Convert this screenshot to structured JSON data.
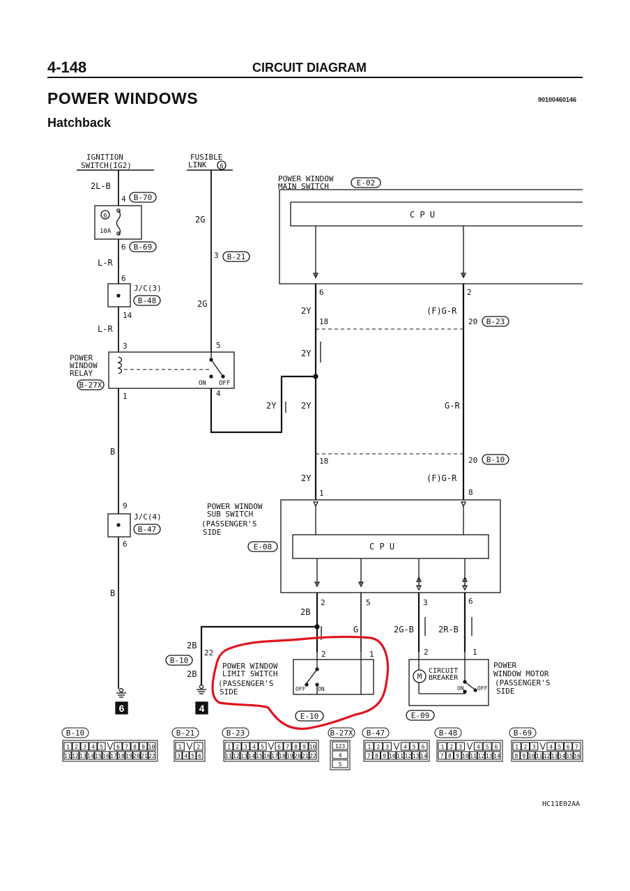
{
  "header": {
    "page_number": "4-148",
    "section": "CIRCUIT DIAGRAM",
    "rule_color": "#111111"
  },
  "title": {
    "main": "POWER WINDOWS",
    "code": "90100460146",
    "subtitle": "Hatchback"
  },
  "components": {
    "ignition_switch": [
      "IGNITION",
      "SWITCH(IG2)"
    ],
    "fusible_link": [
      "FUSIBLE",
      "LINK"
    ],
    "fusible_link_no": "6",
    "fuse_no": "6",
    "fuse_rating": "10A",
    "jc3": "J/C(3)",
    "jc4": "J/C(4)",
    "relay": [
      "POWER",
      "WINDOW",
      "RELAY"
    ],
    "relay_on": "ON",
    "relay_off": "OFF",
    "main_switch": [
      "POWER WINDOW",
      "MAIN SWITCH"
    ],
    "cpu": "C P U",
    "sub_switch": [
      "POWER WINDOW",
      "SUB SWITCH",
      "(PASSENGER'S",
      "SIDE"
    ],
    "limit_switch": [
      "POWER WINDOW",
      "LIMIT SWITCH",
      "(PASSENGER'S",
      "SIDE"
    ],
    "limit_off": "OFF",
    "limit_on": "ON",
    "circuit_breaker": [
      "CIRCUIT",
      "BREAKER"
    ],
    "breaker_on": "ON",
    "breaker_off": "OFF",
    "motor": [
      "POWER",
      "WINDOW MOTOR",
      "(PASSENGER'S",
      "SIDE"
    ],
    "motor_symbol": "M"
  },
  "connectors": {
    "b70": "B-70",
    "b69": "B-69",
    "b48": "B-48",
    "b27x": "B-27X",
    "b21": "B-21",
    "e02": "E-02",
    "b23": "B-23",
    "b10": "B-10",
    "e08": "E-08",
    "e10": "E-10",
    "e09": "E-09",
    "b47": "B-47"
  },
  "wires": {
    "w2lb": "2L-B",
    "wlr": "L-R",
    "w2g": "2G",
    "wb": "B",
    "w2y": "2Y",
    "wfgr": "(F)G-R",
    "wgr": "G-R",
    "w2b": "2B",
    "wg": "G",
    "w2gb": "2G-B",
    "w2rb": "2R-B"
  },
  "pins": {
    "p1": "1",
    "p2": "2",
    "p3": "3",
    "p4": "4",
    "p5": "5",
    "p6": "6",
    "p8": "8",
    "p9": "9",
    "p14": "14",
    "p18": "18",
    "p20": "20",
    "p22": "22"
  },
  "grounds": {
    "g6": "6",
    "g4": "4"
  },
  "footer_code": "HC11E02AA",
  "connector_views": {
    "b10": {
      "top": [
        "1",
        "2",
        "3",
        "4",
        "5",
        "",
        "6",
        "7",
        "8",
        "9",
        "10"
      ],
      "bottom": [
        "11",
        "12",
        "13",
        "14",
        "15",
        "16",
        "17",
        "18",
        "19",
        "20",
        "21",
        "22"
      ]
    },
    "b21": {
      "top": [
        "1",
        "",
        "2"
      ],
      "bottom": [
        "3",
        "4",
        "5",
        "6"
      ]
    },
    "b23": {
      "top": [
        "1",
        "2",
        "3",
        "4",
        "5",
        "",
        "6",
        "7",
        "8",
        "9",
        "10"
      ],
      "bottom": [
        "11",
        "12",
        "13",
        "14",
        "15",
        "16",
        "17",
        "18",
        "19",
        "20",
        "21",
        "22"
      ]
    },
    "b27x": {
      "top": [
        "1",
        "2",
        "3"
      ],
      "bottom": [
        "4",
        "5"
      ]
    },
    "b47": {
      "top": [
        "1",
        "2",
        "3",
        "",
        "4",
        "5",
        "6"
      ],
      "bottom": [
        "7",
        "8",
        "9",
        "10",
        "11",
        "12",
        "13",
        "14"
      ]
    },
    "b48": {
      "top": [
        "1",
        "2",
        "3",
        "",
        "4",
        "5",
        "6"
      ],
      "bottom": [
        "7",
        "8",
        "9",
        "10",
        "11",
        "12",
        "13",
        "14"
      ]
    },
    "b69": {
      "top": [
        "1",
        "2",
        "3",
        "",
        "4",
        "5",
        "6",
        "7"
      ],
      "bottom": [
        "8",
        "9",
        "10",
        "11",
        "12",
        "13",
        "14",
        "15",
        "16"
      ]
    }
  },
  "annotation_color": "#e0141e",
  "annotation_note": "hand-drawn red outline around E-10 limit switch"
}
